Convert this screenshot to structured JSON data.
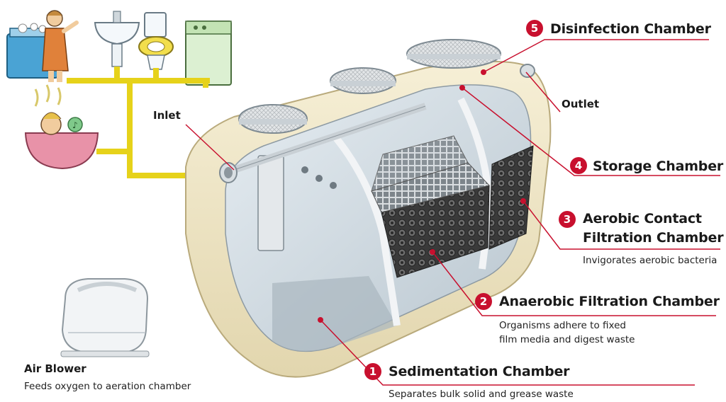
{
  "chambers": [
    {
      "num": "1",
      "title": "Sedimentation Chamber",
      "desc": "Separates bulk solid and grease waste"
    },
    {
      "num": "2",
      "title": "Anaerobic Filtration Chamber",
      "desc_line1": "Organisms adhere to fixed",
      "desc_line2": "film media and digest waste"
    },
    {
      "num": "3",
      "title_line1": "Aerobic Contact",
      "title_line2": "Filtration Chamber",
      "desc": "Invigorates aerobic bacteria"
    },
    {
      "num": "4",
      "title": "Storage Chamber"
    },
    {
      "num": "5",
      "title": "Disinfection Chamber"
    }
  ],
  "labels": {
    "inlet": "Inlet",
    "outlet": "Outlet",
    "air_blower_title": "Air Blower",
    "air_blower_desc": "Feeds oxygen to aeration chamber"
  },
  "colors": {
    "accent_red": "#c8102e",
    "pipe_yellow": "#e6d21a",
    "tank_shell": "#efe6c8"
  }
}
